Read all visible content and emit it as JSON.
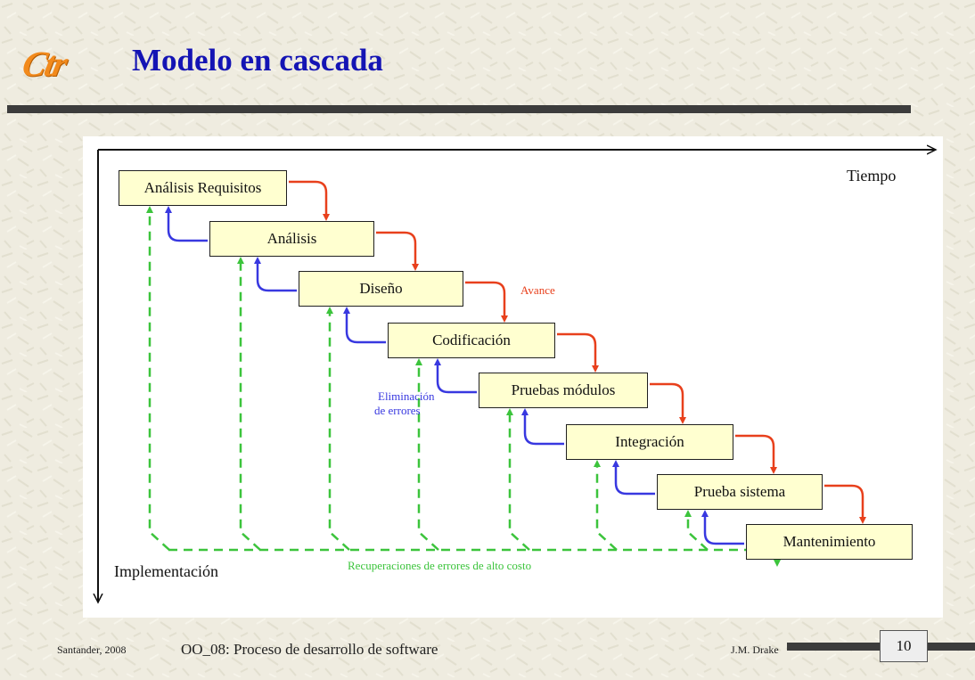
{
  "slide": {
    "logo": "Ctr",
    "title": "Modelo en cascada"
  },
  "diagram": {
    "axis_x_label": "Tiempo",
    "axis_y_label": "Implementación",
    "phases": [
      "Análisis Requisitos",
      "Análisis",
      "Diseño",
      "Codificación",
      "Pruebas módulos",
      "Integración",
      "Prueba sistema",
      "Mantenimiento"
    ],
    "advance_label": "Avance",
    "error_elimination_label_1": "Eliminación",
    "error_elimination_label_2": "de errores",
    "costly_recovery_label": "Recuperaciones de errores de alto costo",
    "colors": {
      "advance": "#e8401c",
      "error_elimination": "#3838e0",
      "recovery": "#3cc43c",
      "phase_fill": "#ffffd0"
    }
  },
  "footer": {
    "place_date": "Santander, 2008",
    "course": "OO_08: Proceso de desarrollo de software",
    "author": "J.M. Drake",
    "page_number": "10"
  }
}
